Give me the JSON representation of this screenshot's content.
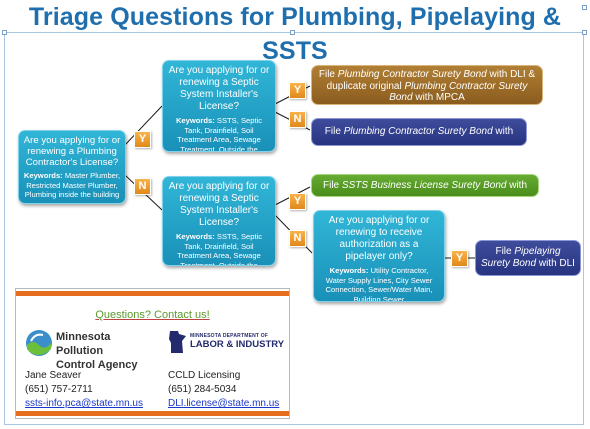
{
  "title": "Triage Questions for Plumbing, Pipelaying & SSTS",
  "keywords_label": "Keywords:",
  "q_plumbing": {
    "question": "Are you applying for or renewing a Plumbing Contractor's License?",
    "keywords": "Master Plumber, Restricted Master Plumber, Plumbing inside the building"
  },
  "q_septic_yes": {
    "question": "Are you applying for or renewing a Septic System Installer's License?",
    "keywords": "SSTS, Septic Tank, Drainfield, Soil Treatment Area, Sewage Treatment, Outside the building"
  },
  "q_septic_no": {
    "question": "Are you applying for or renewing a Septic System Installer's License?",
    "keywords": "SSTS, Septic Tank, Drainfield, Soil Treatment Area, Sewage Treatment, Outside the building"
  },
  "q_pipelayer": {
    "question": "Are you applying for or renewing to receive authorization as a pipelayer only?",
    "keywords": "Utility Contractor, Water Supply Lines, City Sewer Connection, Sewer/Water Main, Building Sewer"
  },
  "answers": {
    "yes": "Y",
    "no": "N"
  },
  "results": {
    "r1": {
      "pre": "File ",
      "em1": "Plumbing Contractor Surety Bond",
      "mid": " with DLI & duplicate original ",
      "em2": "Plumbing Contractor Surety Bond",
      "post": " with MPCA"
    },
    "r2": {
      "pre": "File ",
      "em1": "Plumbing Contractor Surety Bond",
      "post": " with DLI"
    },
    "r3": {
      "pre": "File ",
      "em1": "SSTS Business License Surety Bond",
      "post": " with MCPA"
    },
    "r4": {
      "pre": "File ",
      "em1": "Pipelaying Surety Bond",
      "post": " with DLI"
    }
  },
  "contact": {
    "heading": "Questions? Contact us!",
    "mpca_logo": "Minnesota Pollution Control Agency",
    "mpca_name_line1": "Minnesota Pollution",
    "mpca_name_line2": "Control Agency",
    "dli_top": "MINNESOTA DEPARTMENT OF",
    "dli_main": "LABOR & INDUSTRY",
    "left": {
      "name": "Jane Seaver",
      "phone": "(651) 757-2711",
      "email": "ssts-info.pca@state.mn.us"
    },
    "right": {
      "name": "CCLD Licensing",
      "phone": "(651) 284-5034",
      "email": "DLI.license@state.mn.us"
    }
  },
  "colors": {
    "title": "#1f6fae",
    "question": "#1e9fc6",
    "answer": "#f0a030",
    "result_brown": "#9c6c28",
    "result_navy": "#2f3c8c",
    "result_green": "#58a026",
    "bar": "#e66c1e"
  }
}
